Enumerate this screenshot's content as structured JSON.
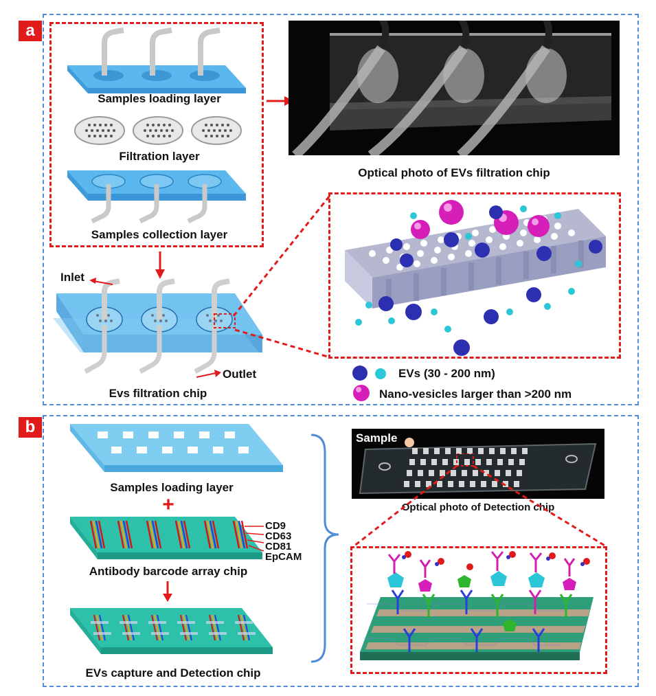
{
  "panel_a": {
    "tag": "a",
    "samples_loading_layer": "Samples loading layer",
    "filtration_layer": "Filtration layer",
    "samples_collection_layer": "Samples collection layer",
    "optical_photo_caption": "Optical photo of EVs filtration chip",
    "inlet": "Inlet",
    "outlet": "Outlet",
    "chip_caption": "Evs filtration chip",
    "legend_evs": "EVs (30 - 200 nm)",
    "legend_nano": "Nano-vesicles larger than >200 nm"
  },
  "panel_b": {
    "tag": "b",
    "samples_loading_layer": "Samples loading layer",
    "plus": "+",
    "barcode_labels": [
      "CD9",
      "CD63",
      "CD81",
      "EpCAM"
    ],
    "barcode_chip": "Antibody barcode array chip",
    "capture_chip": "EVs capture and Detection chip",
    "photo_sample": "Sample",
    "photo_caption": "Optical photo of Detection chip"
  },
  "colors": {
    "accent_red": "#e11b1b",
    "frame_blue": "#4f8bd6",
    "chip_blue": "#5bb8ee",
    "chip_teal": "#2cc1a8",
    "ev_blue": "#2b2fb0",
    "ev_cyan": "#2bc6d8",
    "nano_magenta": "#d61fb9"
  }
}
